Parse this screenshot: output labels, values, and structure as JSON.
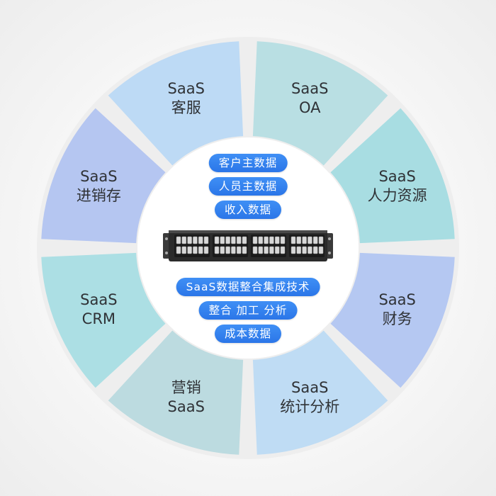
{
  "segments": [
    {
      "line1": "SaaS",
      "line2": "客服",
      "color": "#bddaf5"
    },
    {
      "line1": "SaaS",
      "line2": "OA",
      "color": "#b9dfe3"
    },
    {
      "line1": "SaaS",
      "line2": "人力资源",
      "color": "#a8dde2"
    },
    {
      "line1": "SaaS",
      "line2": "财务",
      "color": "#b5c8f2"
    },
    {
      "line1": "SaaS",
      "line2": "统计分析",
      "color": "#bfdcf4"
    },
    {
      "line1": "营销",
      "line2": "SaaS",
      "color": "#bcdbe0"
    },
    {
      "line1": "SaaS",
      "line2": "CRM",
      "color": "#acdfe4"
    },
    {
      "line1": "SaaS",
      "line2": "进销存",
      "color": "#b5c6f1"
    }
  ],
  "center": {
    "top_pills": [
      "客户主数据",
      "人员主数据",
      "收入数据"
    ],
    "bottom_pills": [
      "SaaS数据整合集成技术",
      "整合 加工 分析",
      "成本数据"
    ]
  },
  "colors": {
    "pill": "#2f7cec",
    "center_circle": "#ffffff",
    "device_body": "#2b2b2b"
  }
}
